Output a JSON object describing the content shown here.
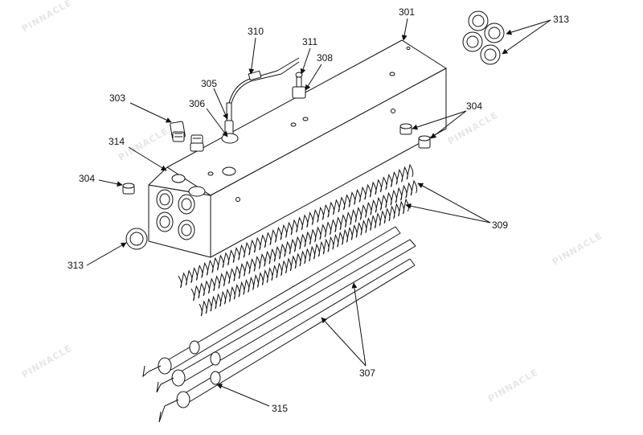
{
  "diagram": {
    "callouts": {
      "c301": "301",
      "c303": "303",
      "c304a": "304",
      "c304b": "304",
      "c305": "305",
      "c306": "306",
      "c307": "307",
      "c308": "308",
      "c309": "309",
      "c310": "310",
      "c311": "311",
      "c313a": "313",
      "c313b": "313",
      "c314": "314",
      "c315": "315"
    },
    "watermark": "PINNACLE"
  }
}
